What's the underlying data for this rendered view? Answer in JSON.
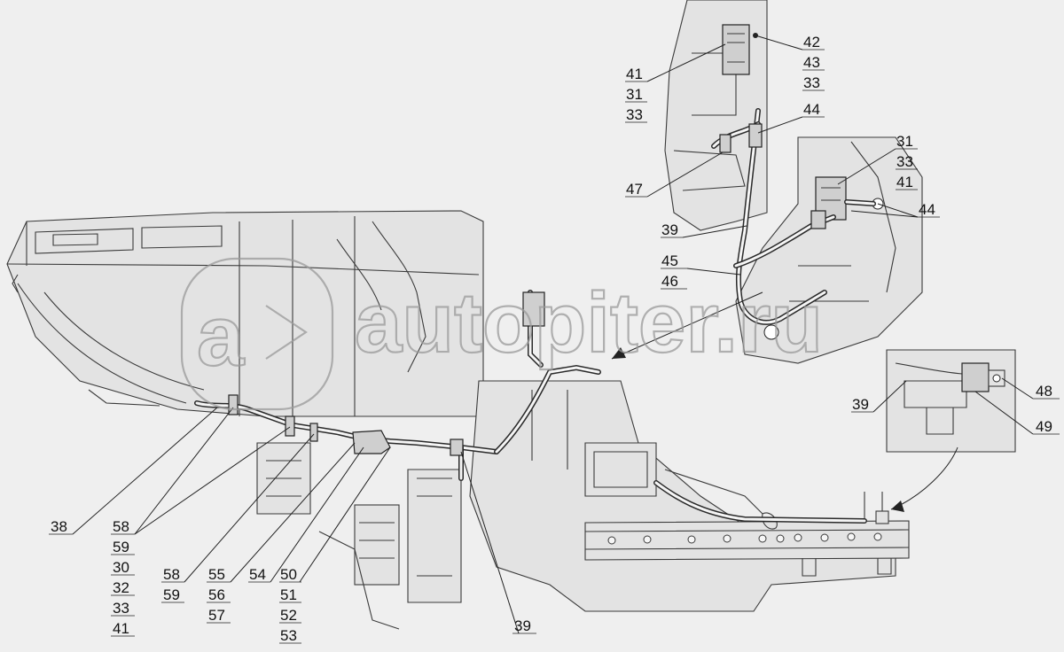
{
  "diagram": {
    "callouts": [
      {
        "id": "c-42",
        "text": "42"
      },
      {
        "id": "c-43a",
        "text": "43"
      },
      {
        "id": "c-33a",
        "text": "33"
      },
      {
        "id": "c-41a",
        "text": "41"
      },
      {
        "id": "c-31a",
        "text": "31"
      },
      {
        "id": "c-33b",
        "text": "33"
      },
      {
        "id": "c-44a",
        "text": "44"
      },
      {
        "id": "c-31b",
        "text": "31"
      },
      {
        "id": "c-33c",
        "text": "33"
      },
      {
        "id": "c-41b",
        "text": "41"
      },
      {
        "id": "c-47",
        "text": "47"
      },
      {
        "id": "c-44b",
        "text": "44"
      },
      {
        "id": "c-39a",
        "text": "39"
      },
      {
        "id": "c-45",
        "text": "45"
      },
      {
        "id": "c-46",
        "text": "46"
      },
      {
        "id": "c-39b",
        "text": "39"
      },
      {
        "id": "c-48",
        "text": "48"
      },
      {
        "id": "c-49",
        "text": "49"
      },
      {
        "id": "c-38",
        "text": "38"
      },
      {
        "id": "c-58a",
        "text": "58"
      },
      {
        "id": "c-59a",
        "text": "59"
      },
      {
        "id": "c-30",
        "text": "30"
      },
      {
        "id": "c-32",
        "text": "32"
      },
      {
        "id": "c-33d",
        "text": "33"
      },
      {
        "id": "c-41c",
        "text": "41"
      },
      {
        "id": "c-58b",
        "text": "58"
      },
      {
        "id": "c-59b",
        "text": "59"
      },
      {
        "id": "c-55",
        "text": "55"
      },
      {
        "id": "c-56",
        "text": "56"
      },
      {
        "id": "c-57",
        "text": "57"
      },
      {
        "id": "c-54",
        "text": "54"
      },
      {
        "id": "c-50",
        "text": "50"
      },
      {
        "id": "c-51",
        "text": "51"
      },
      {
        "id": "c-52",
        "text": "52"
      },
      {
        "id": "c-53",
        "text": "53"
      },
      {
        "id": "c-39c",
        "text": "39"
      }
    ]
  },
  "watermark": {
    "text": "autopiter.ru",
    "logo_glyph": "a"
  }
}
